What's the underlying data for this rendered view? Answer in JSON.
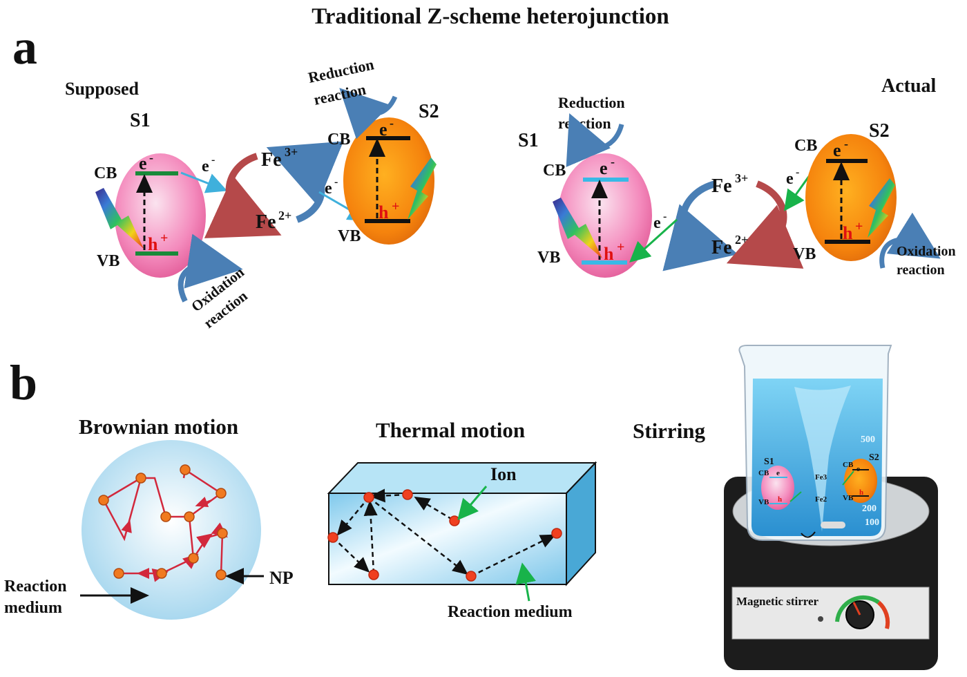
{
  "title": "Traditional Z-scheme heterojunction",
  "panel_a": {
    "letter": "a",
    "supposed": {
      "label": "Supposed",
      "s1": "S1",
      "s2": "S2",
      "cb": "CB",
      "vb": "VB",
      "electron": "e",
      "minus": "-",
      "hole": "h",
      "plus": "+",
      "fe3": "Fe",
      "fe3_sup": "3+",
      "fe2": "Fe",
      "fe2_sup": "2+",
      "reduction_1": "Reduction",
      "reduction_2": "reaction",
      "oxidation_1": "Oxidation",
      "oxidation_2": "reaction"
    },
    "actual": {
      "label": "Actual",
      "s1": "S1",
      "s2": "S2",
      "cb": "CB",
      "vb": "VB",
      "electron": "e",
      "minus": "-",
      "hole": "h",
      "plus": "+",
      "fe3": "Fe",
      "fe3_sup": "3+",
      "fe2": "Fe",
      "fe2_sup": "2+",
      "reduction_1": "Reduction",
      "reduction_2": "reaction",
      "oxidation_1": "Oxidation",
      "oxidation_2": "reaction"
    }
  },
  "panel_b": {
    "letter": "b",
    "brownian": {
      "title": "Brownian motion",
      "np": "NP",
      "medium_1": "Reaction",
      "medium_2": "medium"
    },
    "thermal": {
      "title": "Thermal motion",
      "ion": "Ion",
      "medium": "Reaction medium"
    },
    "stirring": {
      "title": "Stirring",
      "device_label": "Magnetic stirrer",
      "mini": {
        "s1": "S1",
        "s2": "S2",
        "cb": "CB",
        "vb": "VB",
        "e": "e",
        "h": "h",
        "fe3": "Fe3",
        "fe2": "Fe2"
      },
      "beaker_marks": [
        "500",
        "200",
        "100"
      ]
    }
  },
  "colors": {
    "s1_pink": "#f06aa8",
    "s2_orange": "#f07a10",
    "arrow_blue": "#4a7fb5",
    "arrow_red": "#b5494a",
    "transfer_cyan": "#3fb0dc",
    "transfer_green": "#18b34a",
    "band_green": "#1a8a3a",
    "band_cyan": "#39b9e6",
    "path_red": "#d2283c"
  }
}
